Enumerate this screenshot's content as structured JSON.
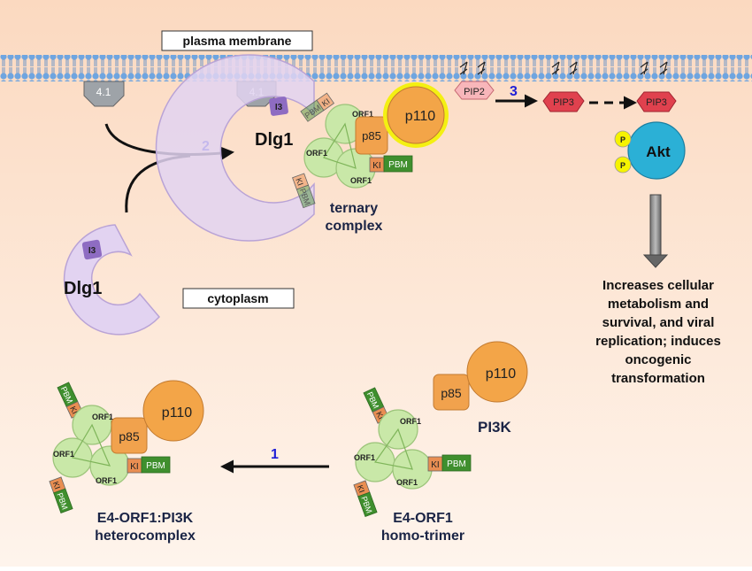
{
  "labels": {
    "membrane": "plasma membrane",
    "cytoplasm": "cytoplasm",
    "ternary_line1": "ternary",
    "ternary_line2": "complex",
    "outcome_line1": "Increases cellular",
    "outcome_line2": "metabolism and",
    "outcome_line3": "survival, and viral",
    "outcome_line4": "replication; induces",
    "outcome_line5": "oncogenic",
    "outcome_line6": "transformation",
    "pi3k": "PI3K",
    "homotrimer_line1": "E4-ORF1",
    "homotrimer_line2": "homo-trimer",
    "hetero_line1": "E4-ORF1:PI3K",
    "hetero_line2": "heterocomplex"
  },
  "steps": {
    "s1": "1",
    "s2": "2",
    "s3": "3"
  },
  "proteins": {
    "band41": "4.1",
    "dlg1": "Dlg1",
    "i3": "I3",
    "orf1": "ORF1",
    "ki": "KI",
    "pbm": "PBM",
    "p85": "p85",
    "p110": "p110",
    "pip2": "PIP2",
    "pip3": "PIP3",
    "akt": "Akt",
    "phospho": "P"
  },
  "colors": {
    "background_top": "#fbd9c0",
    "background_bottom": "#fef4ec",
    "membrane_head": "#6fa5e0",
    "membrane_tail": "#4b84c8",
    "step_number": "#1f1fd6",
    "dlg1_fill": "#e2d3f1",
    "i3_fill": "#8e6cc2",
    "orf1_fill": "#c9e8a8",
    "ki_fill": "#e98e52",
    "pbm_fill": "#3f8f2e",
    "p110_fill": "#f3a548",
    "p85_fill": "#f1a24d",
    "highlight_ring": "#f4f012",
    "pip2_fill": "#f8b6ba",
    "pip3_fill": "#e0414e",
    "akt_fill": "#2bb0d6",
    "phospho_fill": "#f6f300",
    "band41_fill": "#9ea3a8"
  }
}
